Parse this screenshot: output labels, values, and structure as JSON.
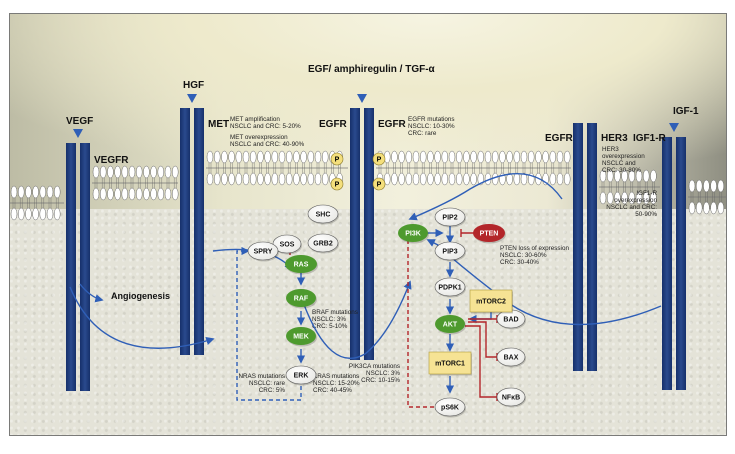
{
  "diagram": {
    "title": "Receptor tyrosine kinase signaling pathways in NSCLC and CRC",
    "ligands": [
      {
        "id": "vegf",
        "label": "VEGF"
      },
      {
        "id": "hgf",
        "label": "HGF"
      },
      {
        "id": "egf",
        "label": "EGF/ amphiregulin / TGF-α"
      },
      {
        "id": "igf1",
        "label": "IGF-1"
      }
    ],
    "receptors": [
      {
        "id": "vegfr",
        "label": "VEGFR"
      },
      {
        "id": "met",
        "label": "MET"
      },
      {
        "id": "egfr-left",
        "label": "EGFR"
      },
      {
        "id": "egfr-right",
        "label": "EGFR"
      },
      {
        "id": "egfr-her3",
        "label": "EGFR"
      },
      {
        "id": "her3",
        "label": "HER3"
      },
      {
        "id": "igf1r",
        "label": "IGF1-R"
      }
    ],
    "annotations": {
      "met_amp": [
        "MET amplification",
        "NSCLC and CRC: 5-20%"
      ],
      "met_over": [
        "MET overexpression",
        "NSCLC and CRC: 40-90%"
      ],
      "egfr_mut": [
        "EGFR mutations",
        "NSCLC: 10-30%",
        "CRC: rare"
      ],
      "her3_over": [
        "HER3",
        "overexpression",
        "NSCLC and",
        "CRC: 30-80%"
      ],
      "igf1r_over": [
        "IGF1-R",
        "overexpression",
        "NSCLC and CRC:",
        "50-90%"
      ],
      "pik3ca": [
        "PIK3CA mutations",
        "NSCLC: 3%",
        "CRC: 10-15%"
      ],
      "nras": [
        "NRAS mutations",
        "NSCLC: rare",
        "CRC: 5%"
      ],
      "kras": [
        "KRAS mutations",
        "NSCLC: 15-20%",
        "CRC: 40-45%"
      ],
      "braf": [
        "BRAF mutations",
        "NSCLC: 3%",
        "CRC: 5-10%"
      ],
      "pten": [
        "PTEN loss of expression",
        "NSCLC: 30-60%",
        "CRC: 30-40%"
      ]
    },
    "phospho_label": "P",
    "outcome": "Angiogenesis",
    "nodes": {
      "shc": "SHC",
      "grb2": "GRB2",
      "sos": "SOS",
      "spry": "SPRY",
      "ras": "RAS",
      "raf": "RAF",
      "mek": "MEK",
      "erk": "ERK",
      "pi3k": "PI3K",
      "pip2": "PIP2",
      "pip3": "PIP3",
      "pten": "PTEN",
      "pdpk1": "PDPK1",
      "mtorc2": "mTORC2",
      "akt": "AKT",
      "mtorc1": "mTORC1",
      "ps6k": "pS6K",
      "bad": "BAD",
      "bax": "BAX",
      "nfkb": "NFκB"
    },
    "colors": {
      "receptor": "#1f3a78",
      "arrow": "#2f5fb7",
      "inhibit": "#b3262a",
      "green_node": "#4e9a2e",
      "red_node": "#b3262a",
      "yellow_box": "#f6e394",
      "phospho": "#f4df7c"
    }
  }
}
